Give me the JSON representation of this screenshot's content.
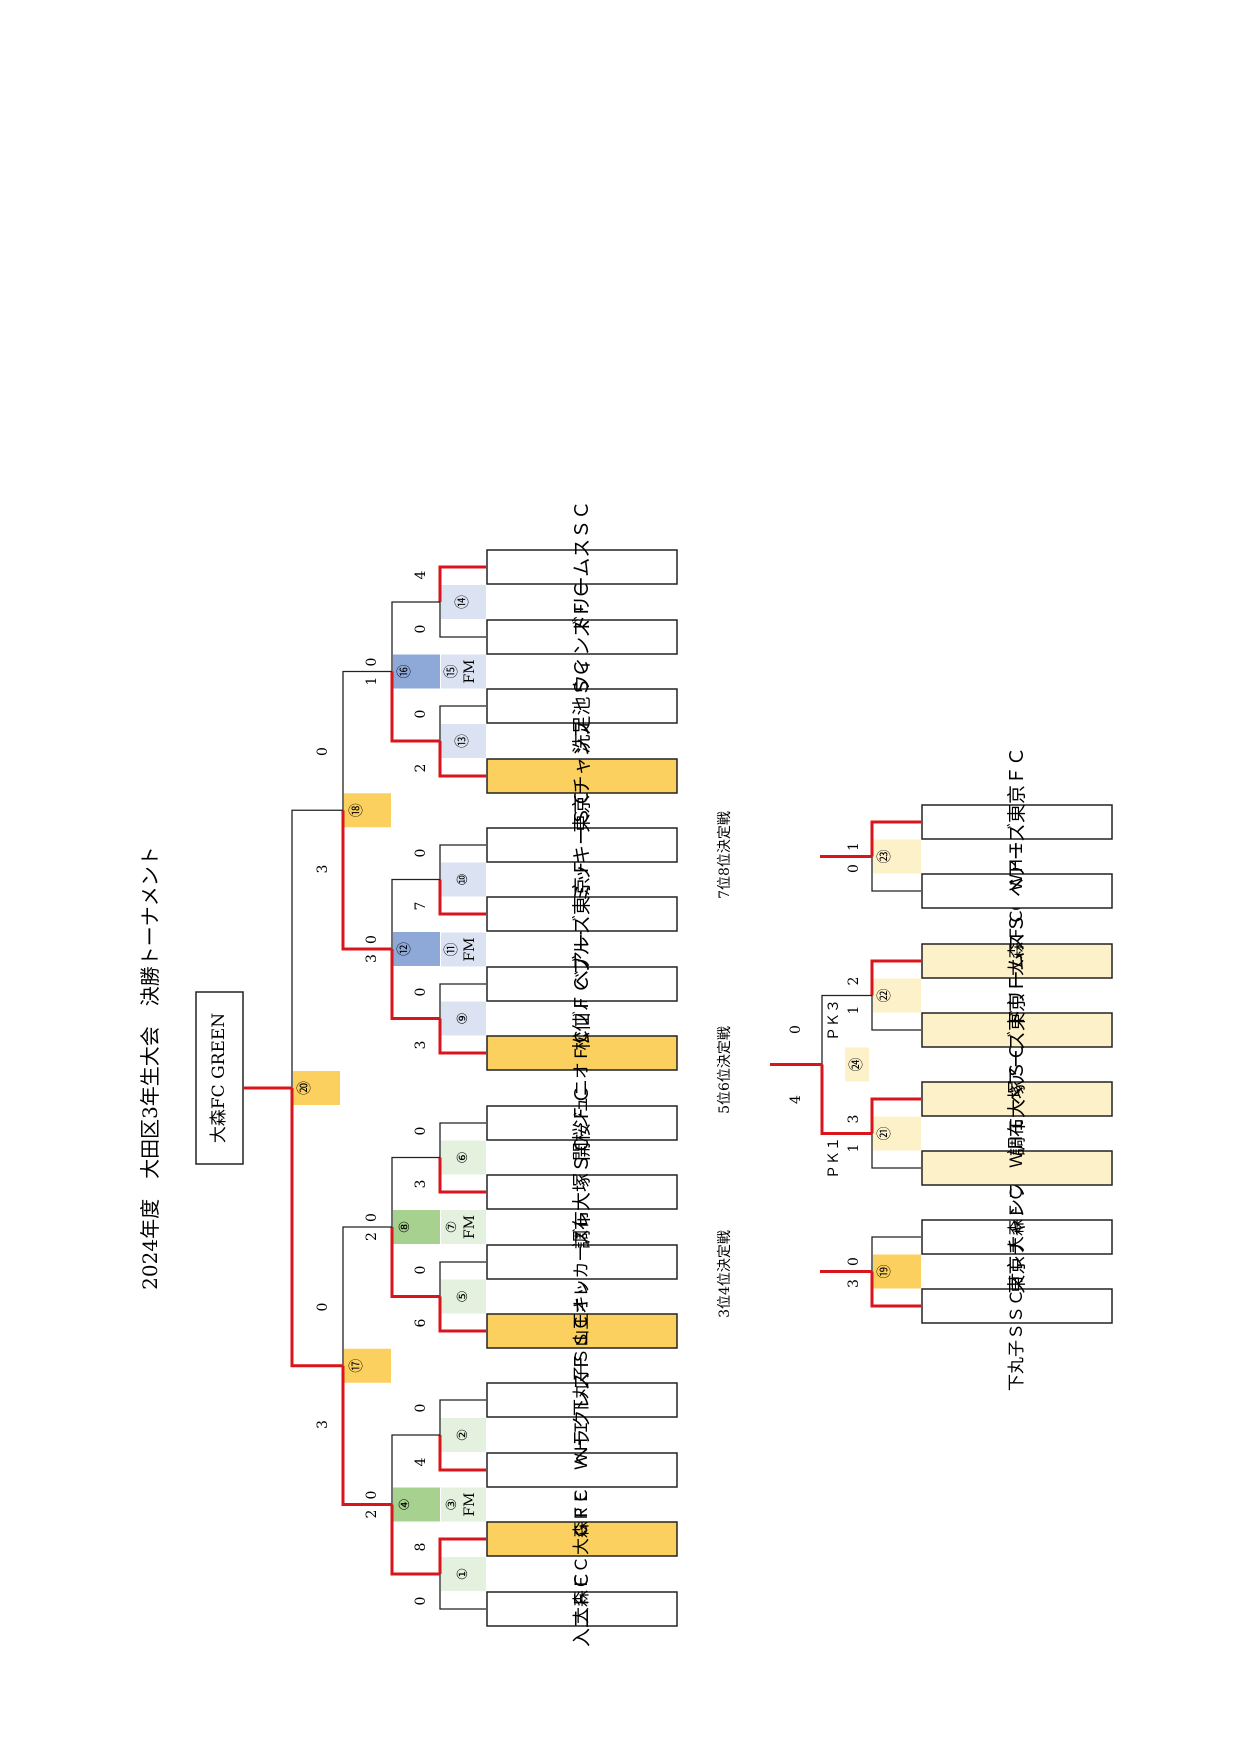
{
  "title": "2024年度　大田区3年生大会　決勝トーナメント",
  "champion": "大森FC GREEN",
  "colors": {
    "win_line": "#d9141b",
    "line": "#222222",
    "highlight_team": "#fcd05e",
    "pale_team": "#fdf1c9",
    "green_light": "#e3f1de",
    "green_dark": "#a6d18f",
    "blue_light": "#dbe3f3",
    "blue_dark": "#8ea8d8",
    "gold": "#fcd05e",
    "gold_light": "#fdf1c9"
  },
  "main_teams": [
    {
      "name": "入二ＦＣ"
    },
    {
      "name": "大森ＦＣ　ＧＲＥＥＮ"
    },
    {
      "name": "大森ＦＣ　ＷＨＩＴＥ"
    },
    {
      "name": "ヘラクレスＦＣ"
    },
    {
      "name": "下丸子ＳＳＣオレンジ"
    },
    {
      "name": "山王キッカーズレッド"
    },
    {
      "name": "調布大塚ＳＣ"
    },
    {
      "name": "開桜ＦＣ"
    },
    {
      "name": "ジュニオＦＣブルー"
    },
    {
      "name": "松仙ＦＣブルー"
    },
    {
      "name": "ベアーズ東京ＦＣ"
    },
    {
      "name": "ミッキーＳＣ"
    },
    {
      "name": "東京チャンプ"
    },
    {
      "name": "洗足池ＳＣ"
    },
    {
      "name": "ウィンズＦＣ"
    },
    {
      "name": "ドリームスＳＣ"
    }
  ],
  "scores": {
    "m1": [
      "0",
      "8"
    ],
    "m2": [
      "4",
      "0"
    ],
    "m5": [
      "6",
      "0"
    ],
    "m6": [
      "3",
      "0"
    ],
    "m9": [
      "3",
      "0"
    ],
    "m10": [
      "7",
      "0"
    ],
    "m13": [
      "2",
      "0"
    ],
    "m14": [
      "0",
      "4"
    ],
    "m4": [
      "2",
      "0"
    ],
    "m8": [
      "2",
      "0"
    ],
    "m12": [
      "3",
      "0"
    ],
    "m16": [
      "1",
      "0"
    ],
    "m17": [
      "3",
      "0"
    ],
    "m18": [
      "3",
      "0"
    ]
  },
  "match_numbers": {
    "m1": "①",
    "m2": "②",
    "m3": "③",
    "m4": "④",
    "m5": "⑤",
    "m6": "⑥",
    "m7": "⑦",
    "m8": "⑧",
    "m9": "⑨",
    "m10": "⑩",
    "m11": "⑪",
    "m12": "⑫",
    "m13": "⑬",
    "m14": "⑭",
    "m15": "⑮",
    "m16": "⑯",
    "m17": "⑰",
    "m18": "⑱",
    "m19": "⑲",
    "m20": "⑳",
    "m21": "㉑",
    "m22": "㉒",
    "m23": "㉓",
    "m24": "㉔"
  },
  "fm": "FM",
  "section_labels": {
    "third": "3位4位決定戦",
    "fifth": "5位6位決定戦",
    "seventh": "7位8位決定戦"
  },
  "playoff_third": {
    "teams": [
      "下丸子ＳＳＣオレンジ",
      "東京チャンプ"
    ],
    "scores": [
      "3",
      "0"
    ]
  },
  "playoff_fifth": {
    "teams": [
      "大森ＦＣ　ＷＨＩＴＥ",
      "調布大塚ＳＣ",
      "ベアーズ東京ＦＣ",
      "ドリームスＳＣ"
    ],
    "m21_scores": [
      "1",
      "3"
    ],
    "m21_pk": [
      "ＰＫ１",
      ""
    ],
    "m22_scores": [
      "1",
      "2"
    ],
    "m22_pk": [
      "ＰＫ３",
      ""
    ],
    "m24_scores": [
      "4",
      "0"
    ]
  },
  "playoff_seventh": {
    "teams": [
      "大森ＦＣ　ＷＨＩＴＥ",
      "ベアーズ東京ＦＣ"
    ],
    "scores": [
      "0",
      "1"
    ]
  }
}
